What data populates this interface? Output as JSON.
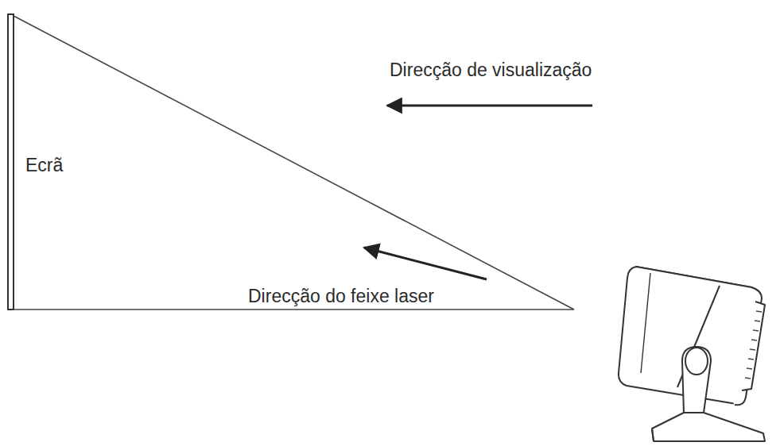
{
  "diagram": {
    "labels": [
      "Direcção de visualização",
      "Ecrã",
      "Direcção do feixe laser"
    ]
  }
}
